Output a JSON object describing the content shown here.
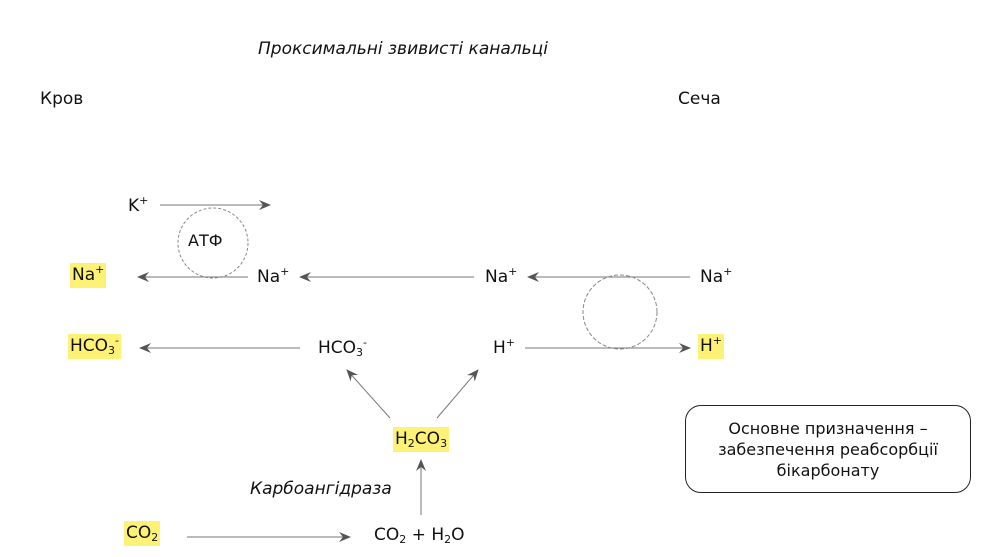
{
  "title": "Проксимальні звивисті канальці",
  "blood_label": "Кров",
  "urine_label": "Сеча",
  "atp_label": "АТФ",
  "enzyme_label": "Карбоангідраза",
  "species": {
    "k": {
      "base": "K",
      "sup": "+"
    },
    "na_blood": {
      "base": "Na",
      "sup": "+"
    },
    "na_cell_left": {
      "base": "Na",
      "sup": "+"
    },
    "na_cell_right": {
      "base": "Na",
      "sup": "+"
    },
    "na_urine": {
      "base": "Na",
      "sup": "+"
    },
    "hco3_blood": {
      "base": "HCO",
      "sub": "3",
      "sup": "-"
    },
    "hco3_cell": {
      "base": "HCO",
      "sub": "3",
      "sup": "-"
    },
    "h_cell": {
      "base": "H",
      "sup": "+"
    },
    "h_urine": {
      "base": "H",
      "sup": "+"
    },
    "h2co3": {
      "a": "H",
      "sub1": "2",
      "b": "CO",
      "sub2": "3"
    },
    "co2_blood": {
      "a": "CO",
      "sub1": "2"
    },
    "co2_h2o": {
      "a": "CO",
      "sub1": "2",
      "b": " + H",
      "sub2": "2",
      "c": "O"
    }
  },
  "note_lines": [
    "Основне призначення –",
    "забезпечення реабсорбції",
    "бікарбонату"
  ],
  "colors": {
    "highlight": "#fdf176",
    "arrow": "#555555"
  }
}
